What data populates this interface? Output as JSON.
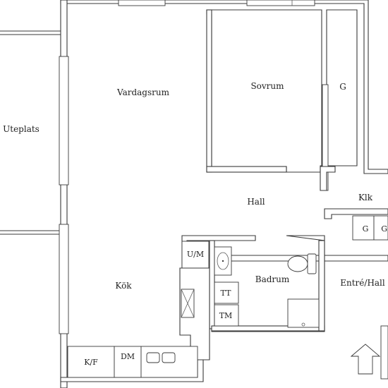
{
  "rooms": {
    "living_room": "Vardagsrum",
    "bedroom": "Sovrum",
    "wardrobe_bedroom": "G",
    "patio": "Uteplats",
    "hall": "Hall",
    "closet": "Klk",
    "wardrobe_hall_1": "G",
    "wardrobe_hall_2": "G",
    "kitchen": "Kök",
    "washer_dryer_unit": "U/M",
    "bathroom": "Badrum",
    "tumble_dryer": "TT",
    "washing_machine": "TM",
    "entrance_hall": "Entré/Hall",
    "fridge_freezer": "K/F",
    "dishwasher": "DM"
  },
  "colors": {
    "wall": "#3a3a3a",
    "background": "#ffffff"
  }
}
